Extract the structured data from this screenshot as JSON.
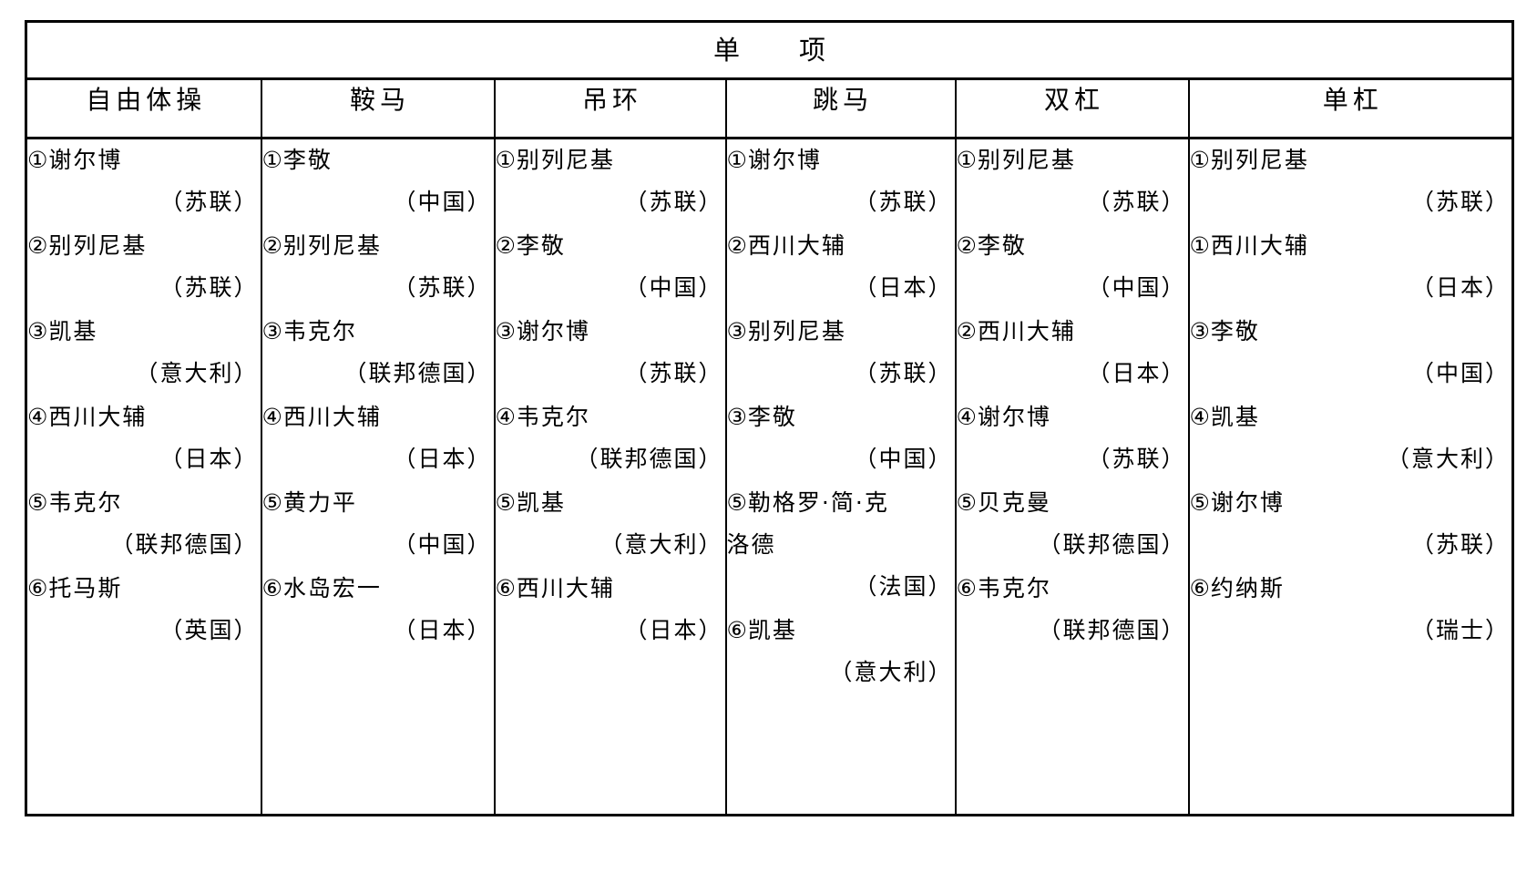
{
  "table": {
    "title": "单　项",
    "columns": [
      {
        "header": "自由体操",
        "entries": [
          {
            "rank": "①",
            "name": "谢尔博",
            "country": "（苏联）"
          },
          {
            "rank": "②",
            "name": "别列尼基",
            "country": "（苏联）"
          },
          {
            "rank": "③",
            "name": "凯基",
            "country": "（意大利）"
          },
          {
            "rank": "④",
            "name": "西川大辅",
            "country": "（日本）"
          },
          {
            "rank": "⑤",
            "name": "韦克尔",
            "country": "（联邦德国）"
          },
          {
            "rank": "⑥",
            "name": "托马斯",
            "country": "（英国）"
          }
        ]
      },
      {
        "header": "鞍马",
        "entries": [
          {
            "rank": "①",
            "name": "李敬",
            "country": "（中国）"
          },
          {
            "rank": "②",
            "name": "别列尼基",
            "country": "（苏联）"
          },
          {
            "rank": "③",
            "name": "韦克尔",
            "country": "（联邦德国）"
          },
          {
            "rank": "④",
            "name": "西川大辅",
            "country": "（日本）"
          },
          {
            "rank": "⑤",
            "name": "黄力平",
            "country": "（中国）"
          },
          {
            "rank": "⑥",
            "name": "水岛宏一",
            "country": "（日本）"
          }
        ]
      },
      {
        "header": "吊环",
        "entries": [
          {
            "rank": "①",
            "name": "别列尼基",
            "country": "（苏联）"
          },
          {
            "rank": "②",
            "name": "李敬",
            "country": "（中国）"
          },
          {
            "rank": "③",
            "name": "谢尔博",
            "country": "（苏联）"
          },
          {
            "rank": "④",
            "name": "韦克尔",
            "country": "（联邦德国）"
          },
          {
            "rank": "⑤",
            "name": "凯基",
            "country": "（意大利）"
          },
          {
            "rank": "⑥",
            "name": "西川大辅",
            "country": "（日本）"
          }
        ]
      },
      {
        "header": "跳马",
        "entries": [
          {
            "rank": "①",
            "name": "谢尔博",
            "country": "（苏联）"
          },
          {
            "rank": "②",
            "name": "西川大辅",
            "country": "（日本）"
          },
          {
            "rank": "③",
            "name": "别列尼基",
            "country": "（苏联）"
          },
          {
            "rank": "③",
            "name": "李敬",
            "country": "（中国）"
          },
          {
            "rank": "⑤",
            "name": "勒格罗·简·克",
            "name_cont": "洛德",
            "country": "（法国）"
          },
          {
            "rank": "⑥",
            "name": "凯基",
            "country": "（意大利）"
          }
        ]
      },
      {
        "header": "双杠",
        "entries": [
          {
            "rank": "①",
            "name": "别列尼基",
            "country": "（苏联）"
          },
          {
            "rank": "②",
            "name": "李敬",
            "country": "（中国）"
          },
          {
            "rank": "②",
            "name": "西川大辅",
            "country": "（日本）"
          },
          {
            "rank": "④",
            "name": "谢尔博",
            "country": "（苏联）"
          },
          {
            "rank": "⑤",
            "name": "贝克曼",
            "country": "（联邦德国）"
          },
          {
            "rank": "⑥",
            "name": "韦克尔",
            "country": "（联邦德国）"
          }
        ]
      },
      {
        "header": "单杠",
        "entries": [
          {
            "rank": "①",
            "name": "别列尼基",
            "country": "（苏联）"
          },
          {
            "rank": "①",
            "name": "西川大辅",
            "country": "（日本）"
          },
          {
            "rank": "③",
            "name": "李敬",
            "country": "（中国）"
          },
          {
            "rank": "④",
            "name": "凯基",
            "country": "（意大利）"
          },
          {
            "rank": "⑤",
            "name": "谢尔博",
            "country": "（苏联）"
          },
          {
            "rank": "⑥",
            "name": "约纳斯",
            "country": "（瑞士）"
          }
        ]
      }
    ]
  }
}
